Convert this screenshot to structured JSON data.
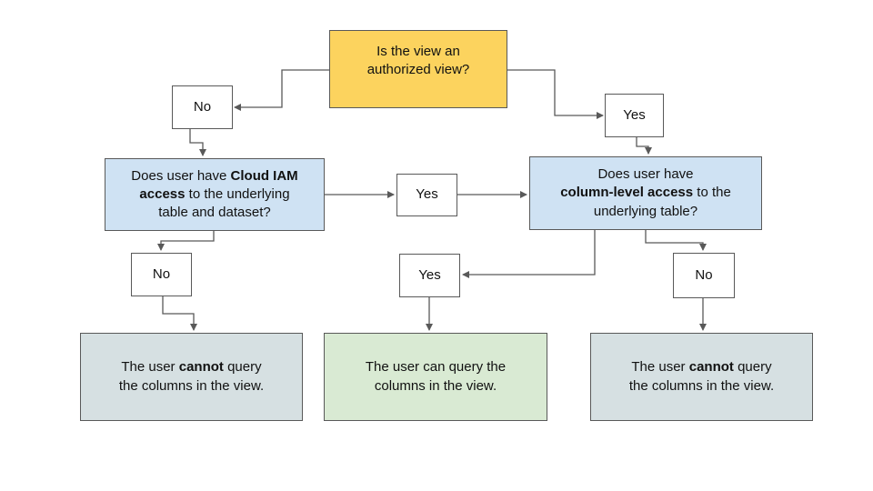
{
  "diagram": {
    "type": "flowchart",
    "topic": "Authorized view column access decision flow",
    "colors": {
      "question_yellow": "#FCD35E",
      "decision_blue": "#CFE2F3",
      "result_green": "#D9EAD3",
      "result_gray": "#D6E0E2",
      "box_white": "#FFFFFF",
      "line_gray": "#595959"
    },
    "nodes": {
      "root_question": {
        "l1": "Is the view an",
        "l2": "authorized view?"
      },
      "no_top": {
        "label": "No"
      },
      "yes_top": {
        "label": "Yes"
      },
      "iam_question": {
        "l1a": "Does user have ",
        "l1b": "Cloud IAM",
        "l2a": "access",
        "l2b": " to the underlying",
        "l3": "table and dataset?"
      },
      "yes_mid": {
        "label": "Yes"
      },
      "cls_question": {
        "l1": "Does user have",
        "l2a": "column-level access",
        "l2b": " to the",
        "l3": "underlying table?"
      },
      "no_left": {
        "label": "No"
      },
      "yes_bottom": {
        "label": "Yes"
      },
      "no_right": {
        "label": "No"
      },
      "result_cannot_left": {
        "l1a": "The user ",
        "l1b": "cannot",
        "l1c": " query",
        "l2": "the columns in the view."
      },
      "result_can": {
        "l1": "The user can query the",
        "l2": "columns in the view."
      },
      "result_cannot_right": {
        "l1a": "The user ",
        "l1b": "cannot",
        "l1c": " query",
        "l2": "the columns in the view."
      }
    }
  }
}
